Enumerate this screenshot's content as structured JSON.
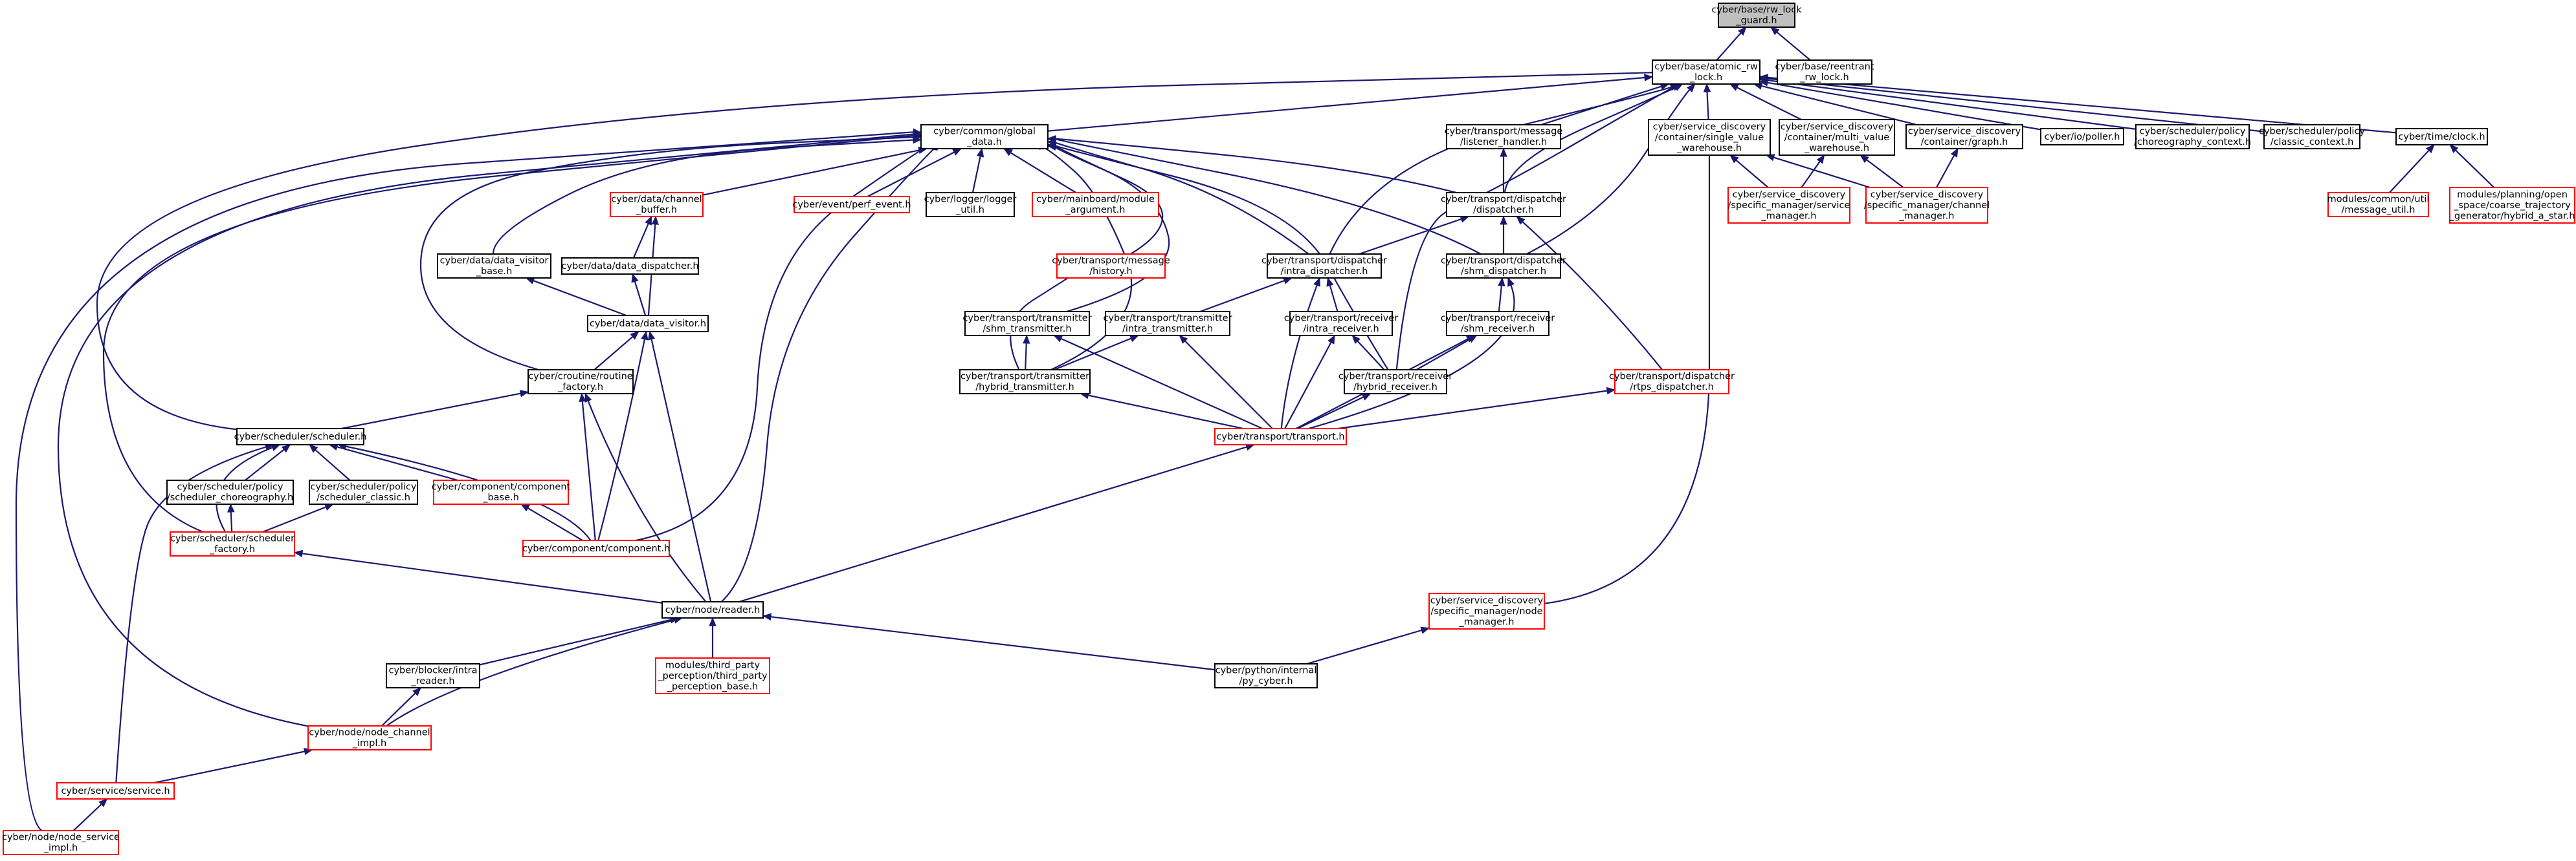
{
  "colors": {
    "edge": "#191970",
    "border_black": "#000000",
    "border_red": "#ff0000",
    "root_fill": "#bfbfbf",
    "node_fill": "#ffffff"
  },
  "nodes": [
    {
      "id": "rw_lock",
      "lines": [
        "cyber/base/rw_lock",
        "_guard.h"
      ],
      "style": "root"
    },
    {
      "id": "atomic_rw",
      "lines": [
        "cyber/base/atomic_rw",
        "_lock.h"
      ],
      "style": "black"
    },
    {
      "id": "reentrant",
      "lines": [
        "cyber/base/reentrant",
        "_rw_lock.h"
      ],
      "style": "black"
    },
    {
      "id": "global_data",
      "lines": [
        "cyber/common/global",
        "_data.h"
      ],
      "style": "black"
    },
    {
      "id": "listener",
      "lines": [
        "cyber/transport/message",
        "/listener_handler.h"
      ],
      "style": "black"
    },
    {
      "id": "single_value",
      "lines": [
        "cyber/service_discovery",
        "/container/single_value",
        "_warehouse.h"
      ],
      "style": "black"
    },
    {
      "id": "multi_value",
      "lines": [
        "cyber/service_discovery",
        "/container/multi_value",
        "_warehouse.h"
      ],
      "style": "black"
    },
    {
      "id": "graph_h",
      "lines": [
        "cyber/service_discovery",
        "/container/graph.h"
      ],
      "style": "black"
    },
    {
      "id": "poller",
      "lines": [
        "cyber/io/poller.h"
      ],
      "style": "black"
    },
    {
      "id": "choreo_ctx",
      "lines": [
        "cyber/scheduler/policy",
        "/choreography_context.h"
      ],
      "style": "black"
    },
    {
      "id": "classic_ctx",
      "lines": [
        "cyber/scheduler/policy",
        "/classic_context.h"
      ],
      "style": "black"
    },
    {
      "id": "clock",
      "lines": [
        "cyber/time/clock.h"
      ],
      "style": "black"
    },
    {
      "id": "channel_buffer",
      "lines": [
        "cyber/data/channel",
        "_buffer.h"
      ],
      "style": "red"
    },
    {
      "id": "perf_event",
      "lines": [
        "cyber/event/perf_event.h"
      ],
      "style": "red"
    },
    {
      "id": "logger_util",
      "lines": [
        "cyber/logger/logger",
        "_util.h"
      ],
      "style": "black"
    },
    {
      "id": "module_arg",
      "lines": [
        "cyber/mainboard/module",
        "_argument.h"
      ],
      "style": "red"
    },
    {
      "id": "dispatcher",
      "lines": [
        "cyber/transport/dispatcher",
        "/dispatcher.h"
      ],
      "style": "black"
    },
    {
      "id": "service_mgr",
      "lines": [
        "cyber/service_discovery",
        "/specific_manager/service",
        "_manager.h"
      ],
      "style": "red"
    },
    {
      "id": "channel_mgr",
      "lines": [
        "cyber/service_discovery",
        "/specific_manager/channel",
        "_manager.h"
      ],
      "style": "red"
    },
    {
      "id": "message_util",
      "lines": [
        "modules/common/util",
        "/message_util.h"
      ],
      "style": "red"
    },
    {
      "id": "hybrid_a_star",
      "lines": [
        "modules/planning/open",
        "_space/coarse_trajectory",
        "_generator/hybrid_a_star.h"
      ],
      "style": "red"
    },
    {
      "id": "data_visitor_base",
      "lines": [
        "cyber/data/data_visitor",
        "_base.h"
      ],
      "style": "black"
    },
    {
      "id": "data_dispatcher",
      "lines": [
        "cyber/data/data_dispatcher.h"
      ],
      "style": "black"
    },
    {
      "id": "msg_history",
      "lines": [
        "cyber/transport/message",
        "/history.h"
      ],
      "style": "red"
    },
    {
      "id": "intra_dispatcher",
      "lines": [
        "cyber/transport/dispatcher",
        "/intra_dispatcher.h"
      ],
      "style": "black"
    },
    {
      "id": "shm_dispatcher",
      "lines": [
        "cyber/transport/dispatcher",
        "/shm_dispatcher.h"
      ],
      "style": "black"
    },
    {
      "id": "data_visitor",
      "lines": [
        "cyber/data/data_visitor.h"
      ],
      "style": "black"
    },
    {
      "id": "shm_transmitter",
      "lines": [
        "cyber/transport/transmitter",
        "/shm_transmitter.h"
      ],
      "style": "black"
    },
    {
      "id": "intra_transmitter",
      "lines": [
        "cyber/transport/transmitter",
        "/intra_transmitter.h"
      ],
      "style": "black"
    },
    {
      "id": "intra_receiver",
      "lines": [
        "cyber/transport/receiver",
        "/intra_receiver.h"
      ],
      "style": "black"
    },
    {
      "id": "shm_receiver",
      "lines": [
        "cyber/transport/receiver",
        "/shm_receiver.h"
      ],
      "style": "black"
    },
    {
      "id": "routine_factory",
      "lines": [
        "cyber/croutine/routine",
        "_factory.h"
      ],
      "style": "black"
    },
    {
      "id": "hybrid_transmitter",
      "lines": [
        "cyber/transport/transmitter",
        "/hybrid_transmitter.h"
      ],
      "style": "black"
    },
    {
      "id": "hybrid_receiver",
      "lines": [
        "cyber/transport/receiver",
        "/hybrid_receiver.h"
      ],
      "style": "black"
    },
    {
      "id": "rtps_dispatcher",
      "lines": [
        "cyber/transport/dispatcher",
        "/rtps_dispatcher.h"
      ],
      "style": "red"
    },
    {
      "id": "scheduler",
      "lines": [
        "cyber/scheduler/scheduler.h"
      ],
      "style": "black"
    },
    {
      "id": "transport",
      "lines": [
        "cyber/transport/transport.h"
      ],
      "style": "red"
    },
    {
      "id": "sched_choreo",
      "lines": [
        "cyber/scheduler/policy",
        "/scheduler_choreography.h"
      ],
      "style": "black"
    },
    {
      "id": "sched_classic",
      "lines": [
        "cyber/scheduler/policy",
        "/scheduler_classic.h"
      ],
      "style": "black"
    },
    {
      "id": "component_base",
      "lines": [
        "cyber/component/component",
        "_base.h"
      ],
      "style": "red"
    },
    {
      "id": "sched_factory",
      "lines": [
        "cyber/scheduler/scheduler",
        "_factory.h"
      ],
      "style": "red"
    },
    {
      "id": "component",
      "lines": [
        "cyber/component/component.h"
      ],
      "style": "red"
    },
    {
      "id": "reader",
      "lines": [
        "cyber/node/reader.h"
      ],
      "style": "black"
    },
    {
      "id": "node_manager",
      "lines": [
        "cyber/service_discovery",
        "/specific_manager/node",
        "_manager.h"
      ],
      "style": "red"
    },
    {
      "id": "intra_reader",
      "lines": [
        "cyber/blocker/intra",
        "_reader.h"
      ],
      "style": "black"
    },
    {
      "id": "third_party",
      "lines": [
        "modules/third_party",
        "_perception/third_party",
        "_perception_base.h"
      ],
      "style": "red"
    },
    {
      "id": "py_cyber",
      "lines": [
        "cyber/python/internal",
        "/py_cyber.h"
      ],
      "style": "black"
    },
    {
      "id": "node_channel",
      "lines": [
        "cyber/node/node_channel",
        "_impl.h"
      ],
      "style": "red"
    },
    {
      "id": "service",
      "lines": [
        "cyber/service/service.h"
      ],
      "style": "red"
    },
    {
      "id": "node_service",
      "lines": [
        "cyber/node/node_service",
        "_impl.h"
      ],
      "style": "red"
    }
  ]
}
